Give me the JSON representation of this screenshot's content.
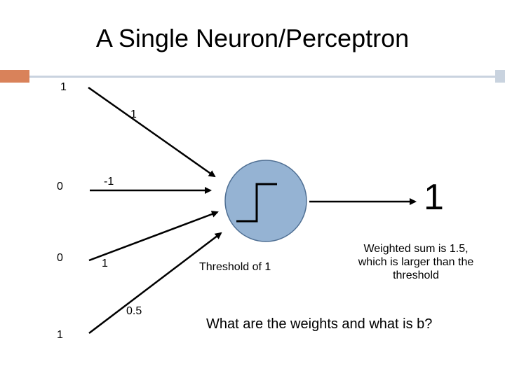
{
  "slide": {
    "title": "A Single Neuron/Perceptron"
  },
  "inputs": [
    {
      "value": "1"
    },
    {
      "value": "0"
    },
    {
      "value": "0"
    },
    {
      "value": "1"
    }
  ],
  "weights": [
    {
      "value": "1"
    },
    {
      "value": "-1"
    },
    {
      "value": "1"
    },
    {
      "value": "0.5"
    }
  ],
  "neuron": {
    "threshold_label": "Threshold of 1",
    "fill_color": "#95b3d3"
  },
  "output": {
    "value": "1"
  },
  "annotations": {
    "weighted_sum_note": "Weighted sum is 1.5, which is larger than the threshold",
    "question": "What are the weights and what is b?"
  }
}
